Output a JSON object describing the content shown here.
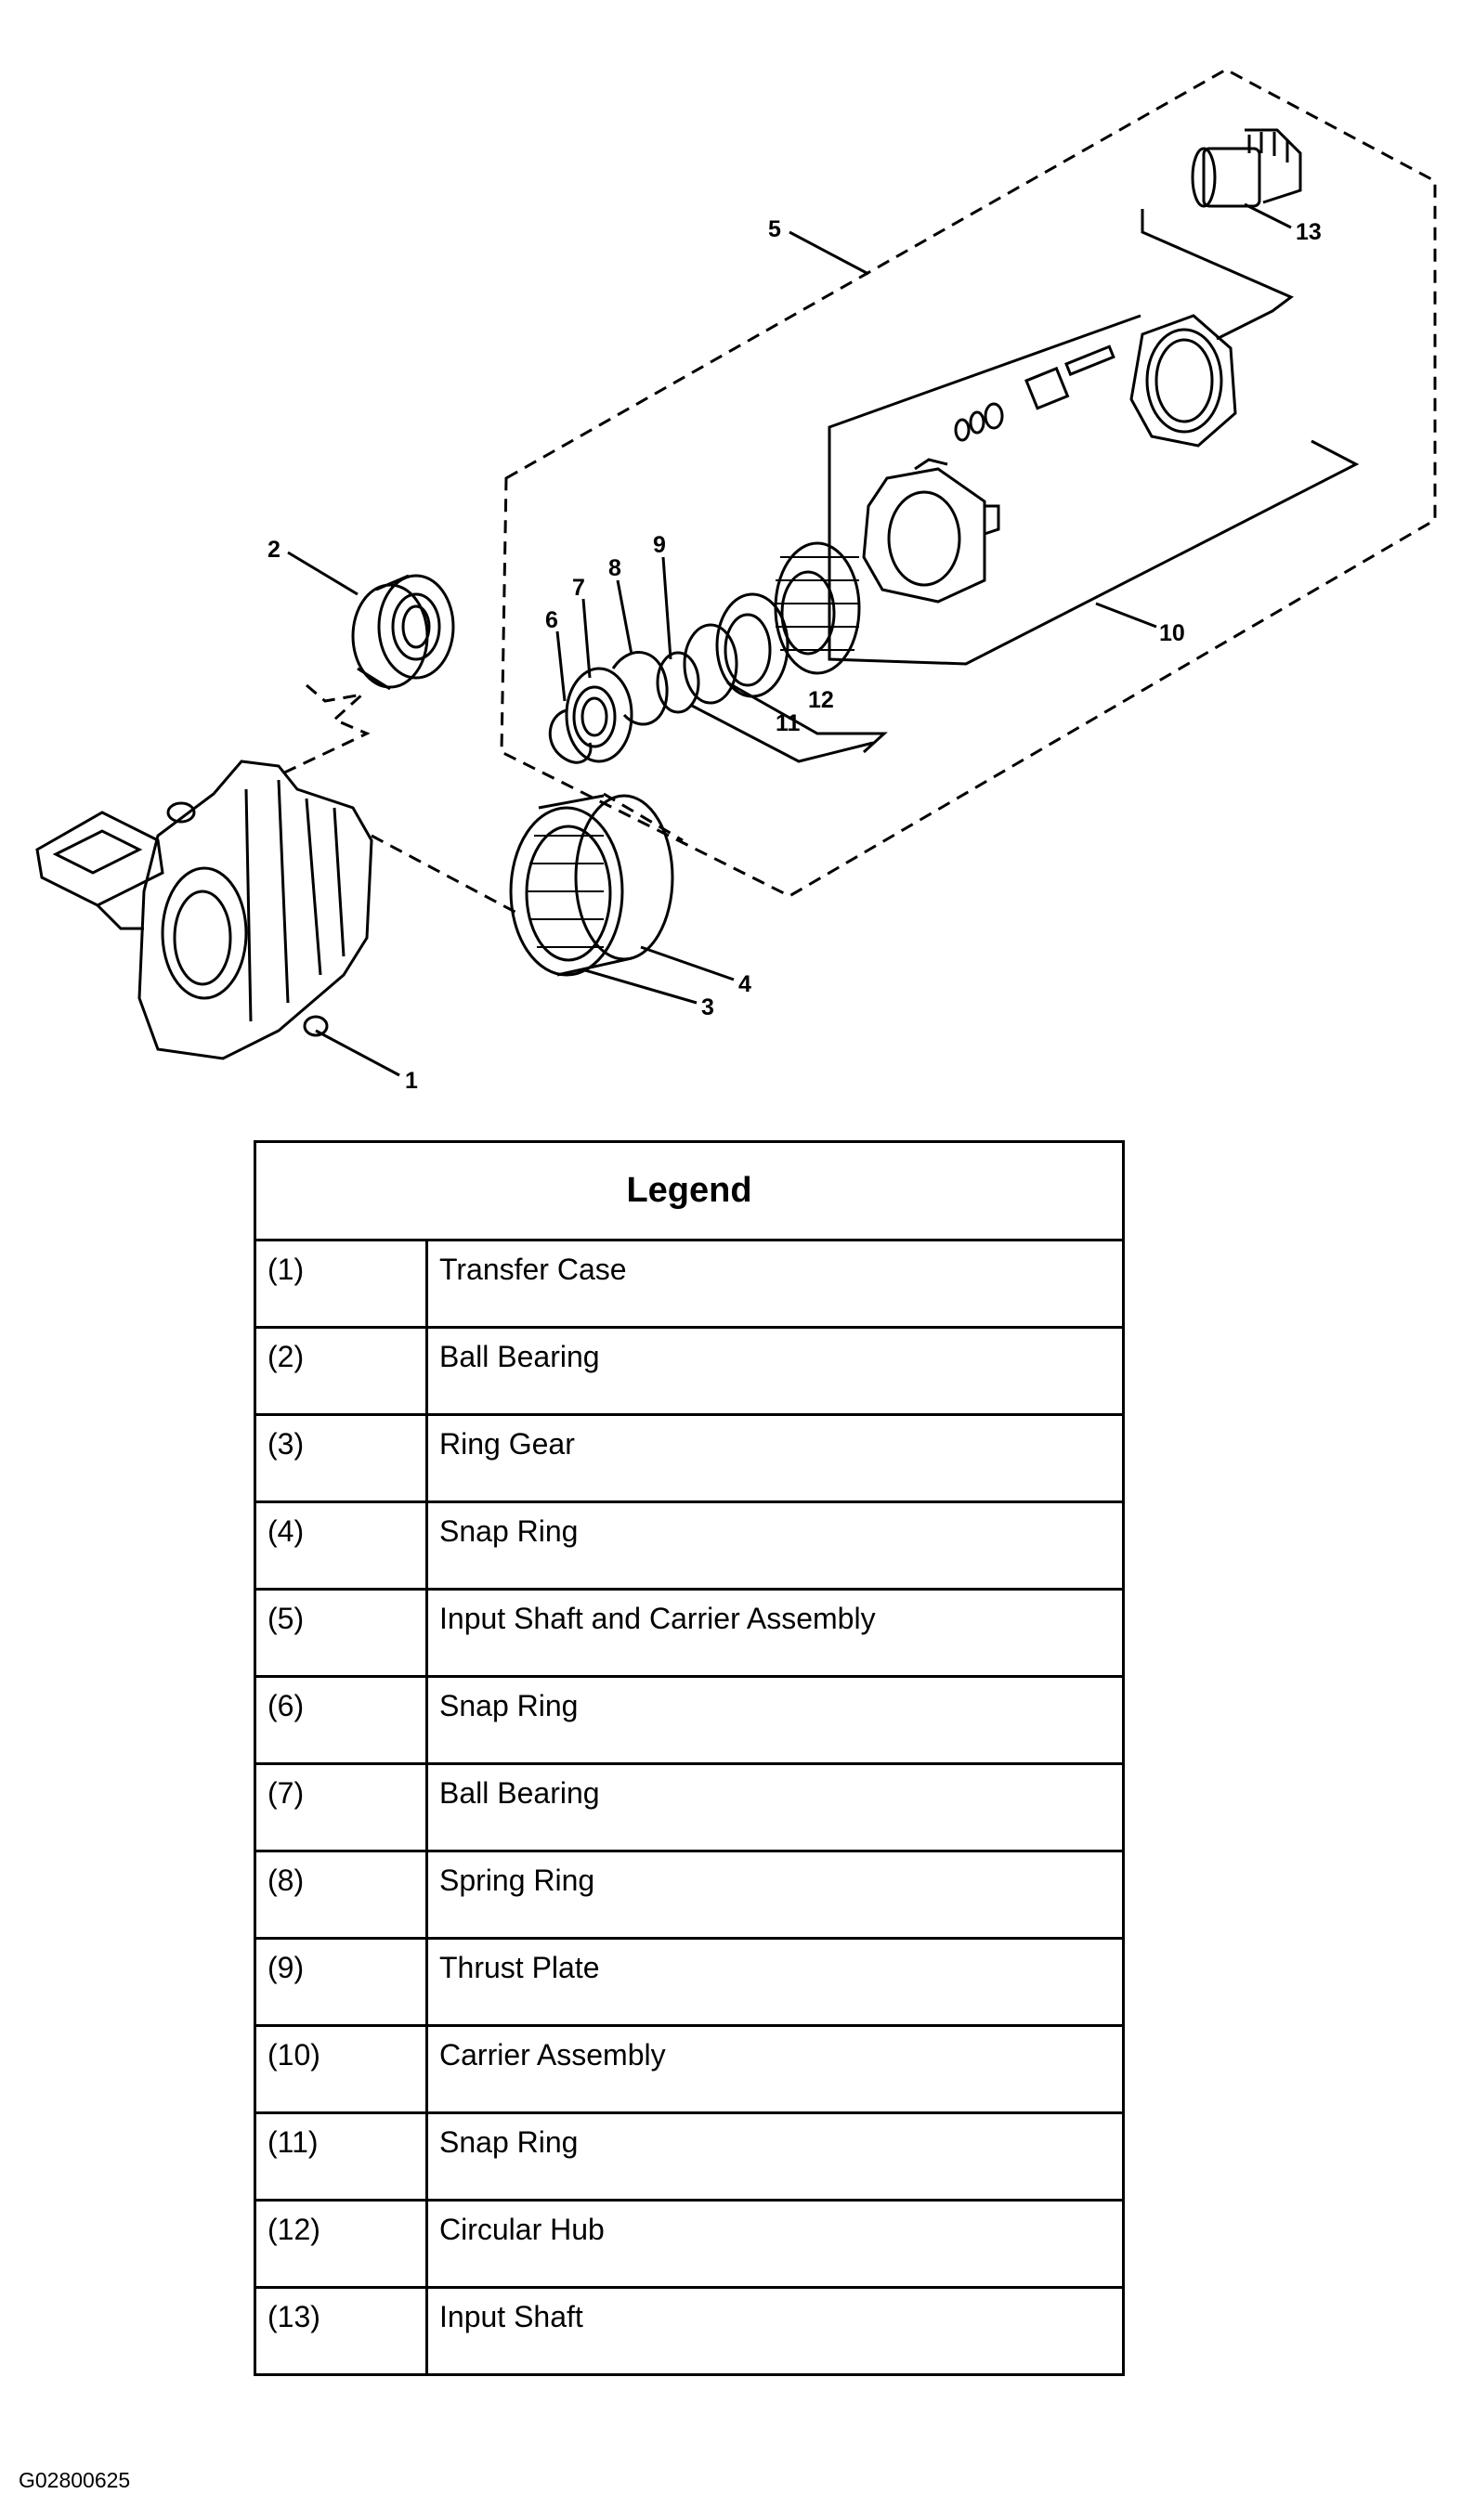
{
  "callouts": {
    "c1": "1",
    "c2": "2",
    "c3": "3",
    "c4": "4",
    "c5": "5",
    "c6": "6",
    "c7": "7",
    "c8": "8",
    "c9": "9",
    "c10": "10",
    "c11": "11",
    "c12": "12",
    "c13": "13"
  },
  "legend": {
    "title": "Legend",
    "rows": [
      {
        "num": "(1)",
        "label": "Transfer Case"
      },
      {
        "num": "(2)",
        "label": "Ball Bearing"
      },
      {
        "num": "(3)",
        "label": "Ring Gear"
      },
      {
        "num": "(4)",
        "label": "Snap Ring"
      },
      {
        "num": "(5)",
        "label": "Input Shaft and Carrier Assembly"
      },
      {
        "num": "(6)",
        "label": "Snap Ring"
      },
      {
        "num": "(7)",
        "label": "Ball Bearing"
      },
      {
        "num": "(8)",
        "label": "Spring Ring"
      },
      {
        "num": "(9)",
        "label": "Thrust Plate"
      },
      {
        "num": "(10)",
        "label": "Carrier Assembly"
      },
      {
        "num": "(11)",
        "label": "Snap Ring"
      },
      {
        "num": "(12)",
        "label": "Circular Hub"
      },
      {
        "num": "(13)",
        "label": "Input Shaft"
      }
    ]
  },
  "figure_id": "G02800625"
}
